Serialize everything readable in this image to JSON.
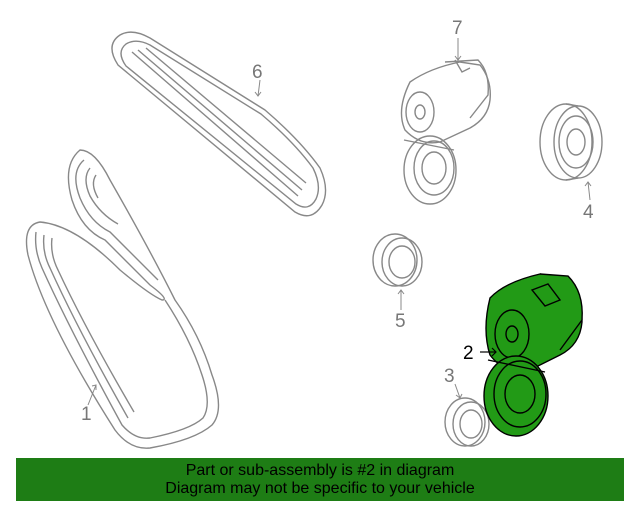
{
  "diagram": {
    "callouts": [
      {
        "id": "1",
        "label": "1",
        "highlighted": false
      },
      {
        "id": "2",
        "label": "2",
        "highlighted": true
      },
      {
        "id": "3",
        "label": "3",
        "highlighted": false
      },
      {
        "id": "4",
        "label": "4",
        "highlighted": false
      },
      {
        "id": "5",
        "label": "5",
        "highlighted": false
      },
      {
        "id": "6",
        "label": "6",
        "highlighted": false
      },
      {
        "id": "7",
        "label": "7",
        "highlighted": false
      }
    ],
    "highlighted_part": "2"
  },
  "banner": {
    "line1": "Part or sub-assembly is #2 in diagram",
    "line2": "Diagram may not be specific to your vehicle"
  },
  "colors": {
    "line": "#888888",
    "highlight_fill": "#229a16",
    "highlight_stroke": "#000000",
    "banner_bg": "#1e7d15"
  }
}
